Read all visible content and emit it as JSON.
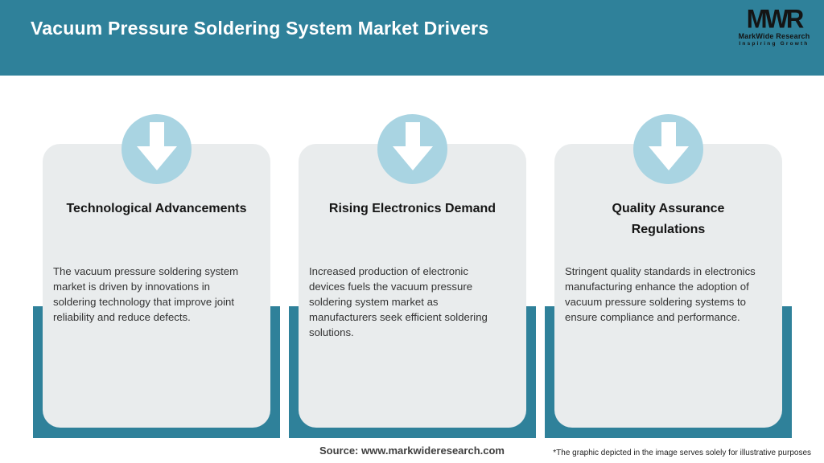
{
  "header": {
    "title": "Vacuum Pressure Soldering System Market Drivers",
    "logo": {
      "monogram": "MWR",
      "name": "MarkWide Research",
      "tagline": "Inspiring Growth"
    }
  },
  "cards": [
    {
      "icon": "down-arrow-icon",
      "title_lines": [
        "Technological Advancements"
      ],
      "body_lines": [
        "The vacuum pressure soldering system",
        "market is driven by innovations in",
        "soldering technology that improve joint",
        "reliability and reduce defects."
      ]
    },
    {
      "icon": "down-arrow-icon",
      "title_lines": [
        "Rising Electronics Demand"
      ],
      "body_lines": [
        "Increased production of electronic",
        "devices fuels the vacuum pressure",
        "soldering system market as",
        "manufacturers seek efficient soldering",
        "solutions."
      ]
    },
    {
      "icon": "down-arrow-icon",
      "title_lines": [
        "Quality Assurance",
        "Regulations"
      ],
      "body_lines": [
        "Stringent quality standards in electronics",
        "manufacturing enhance the adoption of",
        "vacuum pressure soldering systems to",
        "ensure compliance and performance."
      ]
    }
  ],
  "footer": {
    "source": "Source: www.markwideresearch.com",
    "disclaimer": "*The graphic depicted in the image serves solely for illustrative purposes"
  },
  "colors": {
    "header_teal": "#2F819A",
    "card_backing_teal": "#2F819A",
    "card_bg": "#E9ECED",
    "icon_circle_blue": "#A9D4E2",
    "arrow_white": "#FFFFFF",
    "title_text_white": "#FFFFFF",
    "logo_black": "#141414"
  }
}
